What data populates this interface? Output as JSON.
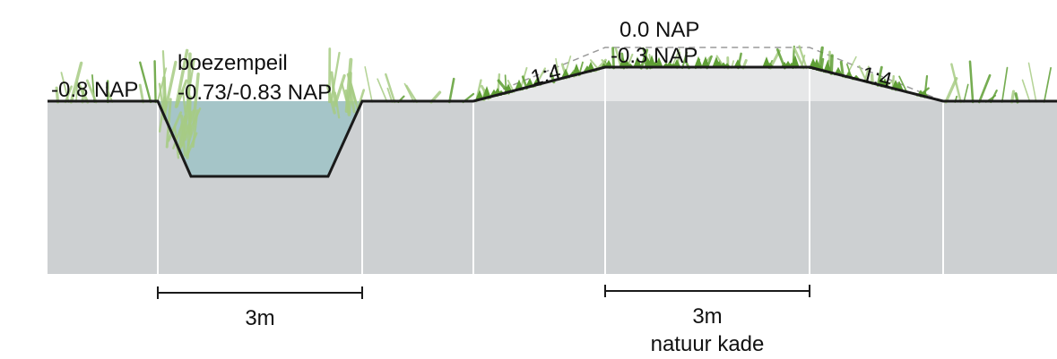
{
  "labels": {
    "left_level": "-0.8 NAP",
    "water_title": "boezempeil",
    "water_level": "-0.73/-0.83 NAP",
    "slope_left": "1:4",
    "slope_right": "1:4",
    "crest_top": "0.0 NAP",
    "crest_level": "-0.3 NAP",
    "dim_left": "3m",
    "dim_right": "3m",
    "dim_right_caption": "natuur kade"
  },
  "colors": {
    "soil": "#cdd0d2",
    "dike_fill": "#e6e7e8",
    "water": "#a5c5c8",
    "grass_light": "#a7cc84",
    "grass_dark": "#5f9f35",
    "outline": "#1a1a1a",
    "dashed": "#9a9a9a"
  }
}
